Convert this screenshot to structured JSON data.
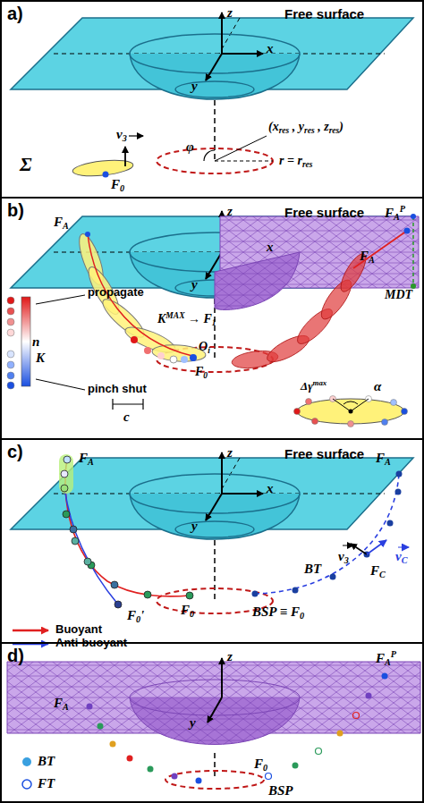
{
  "diagram": {
    "nodes": [
      {
        "text": [
          "a)"
        ]
      },
      {
        "text": [
          "b)"
        ]
      },
      {
        "text": [
          "c)"
        ]
      },
      {
        "text": [
          "d)"
        ]
      }
    ],
    "labels": [
      "Free surface",
      "z",
      "x",
      "y",
      "(xres , yres , zres)",
      "φ",
      "r = rres",
      "Σ",
      "v3",
      "F0",
      "Free surface",
      "z",
      "x",
      "y",
      "FA",
      "FAP",
      "FA",
      "MDT",
      "propagate",
      "n",
      "K",
      "pinch shut",
      "KMAX → F1",
      "Oi",
      "F0",
      "c",
      "α",
      "Δγmax",
      "Free surface",
      "z",
      "x",
      "y",
      "FA",
      "FA",
      "v3",
      "vC",
      "FC",
      "BT",
      "F0",
      "F0'",
      "BSP ≡ F0",
      "FA",
      "FAP",
      "z",
      "y",
      "F0",
      "BSP"
    ],
    "legend": [
      {
        "text": "Buoyant"
      },
      {
        "text": "Anti-buoyant"
      },
      {
        "text": "BT"
      },
      {
        "text": "FT"
      }
    ]
  }
}
